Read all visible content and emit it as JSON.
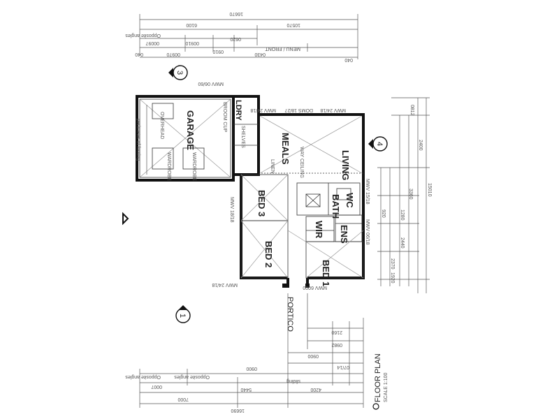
{
  "plan": {
    "rooms": {
      "garage": "GARAGE",
      "meals": "MEALS",
      "living": "LIVING",
      "bed3": "BED 3",
      "bed2": "BED 2",
      "bed1": "BED 1",
      "bath": "BATH",
      "wc": "WC",
      "ens": "ENS",
      "wir": "WIR",
      "ldry": "LDRY",
      "portico": "PORTICO"
    },
    "markers": {
      "m3": "3",
      "m4": "4",
      "m1": "1"
    },
    "title": {
      "name": "FLOOR PLAN",
      "scale": "SCALE 1:100"
    },
    "dimensions": {
      "top_overall": "16670",
      "top_a": "6100",
      "top_b": "10570",
      "right_overall": "15010",
      "left_overall": "16690",
      "bottom_a": "7000",
      "bottom_b": "5440",
      "bottom_c": "4200",
      "right_a": "2400",
      "right_b": "3360"
    }
  }
}
